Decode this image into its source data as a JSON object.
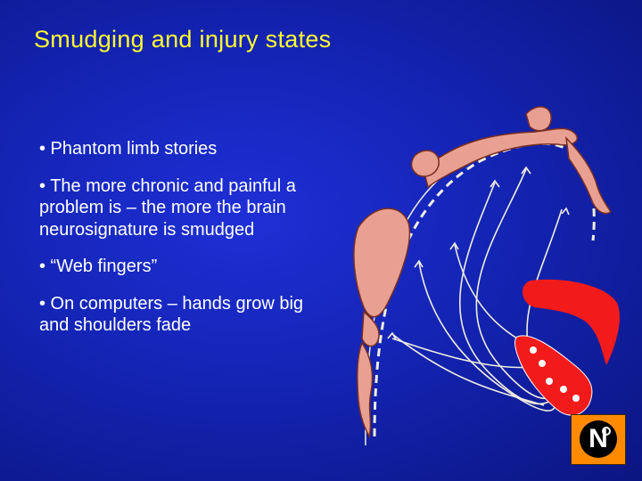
{
  "slide": {
    "title": "Smudging and injury states",
    "bullets": [
      "• Phantom limb stories",
      "• The more chronic and painful a problem is – the more the brain neurosignature is smudged",
      "• “Web fingers”",
      "• On computers – hands grow big and shoulders fade"
    ]
  },
  "figure": {
    "colors": {
      "background": "#1424b4",
      "title": "#ffff33",
      "text": "#ffffff",
      "body": "#e8a093",
      "body_outline": "#7a2e20",
      "brain_region": "#f21b1b",
      "logo": "#ff8a00"
    }
  },
  "logo": {
    "glyph": "N"
  }
}
